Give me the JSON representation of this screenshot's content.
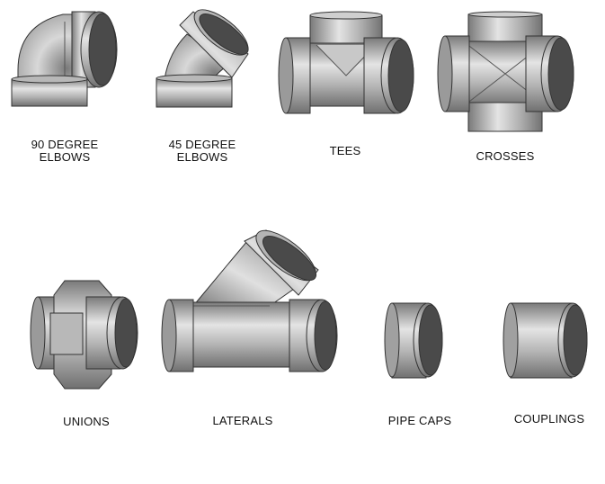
{
  "fittings": [
    {
      "id": "elbow-90",
      "icon": "elbow-90-icon",
      "label_lines": [
        "90 DEGREE",
        "ELBOWS"
      ]
    },
    {
      "id": "elbow-45",
      "icon": "elbow-45-icon",
      "label_lines": [
        "45 DEGREE",
        "ELBOWS"
      ]
    },
    {
      "id": "tee",
      "icon": "tee-icon",
      "label_lines": [
        "TEES"
      ]
    },
    {
      "id": "cross",
      "icon": "cross-icon",
      "label_lines": [
        "CROSSES"
      ]
    },
    {
      "id": "union",
      "icon": "union-icon",
      "label_lines": [
        "UNIONS"
      ]
    },
    {
      "id": "lateral",
      "icon": "lateral-icon",
      "label_lines": [
        "LATERALS"
      ]
    },
    {
      "id": "pipe-cap",
      "icon": "pipe-cap-icon",
      "label_lines": [
        "PIPE CAPS"
      ]
    },
    {
      "id": "coupling",
      "icon": "coupling-icon",
      "label_lines": [
        "COUPLINGS"
      ]
    }
  ],
  "colors": {
    "body": "#a8a8a8",
    "body_highlight": "#e2e2e2",
    "body_shadow": "#6e6e6e",
    "end_face": "#4a4a4a",
    "edge": "#333333"
  }
}
